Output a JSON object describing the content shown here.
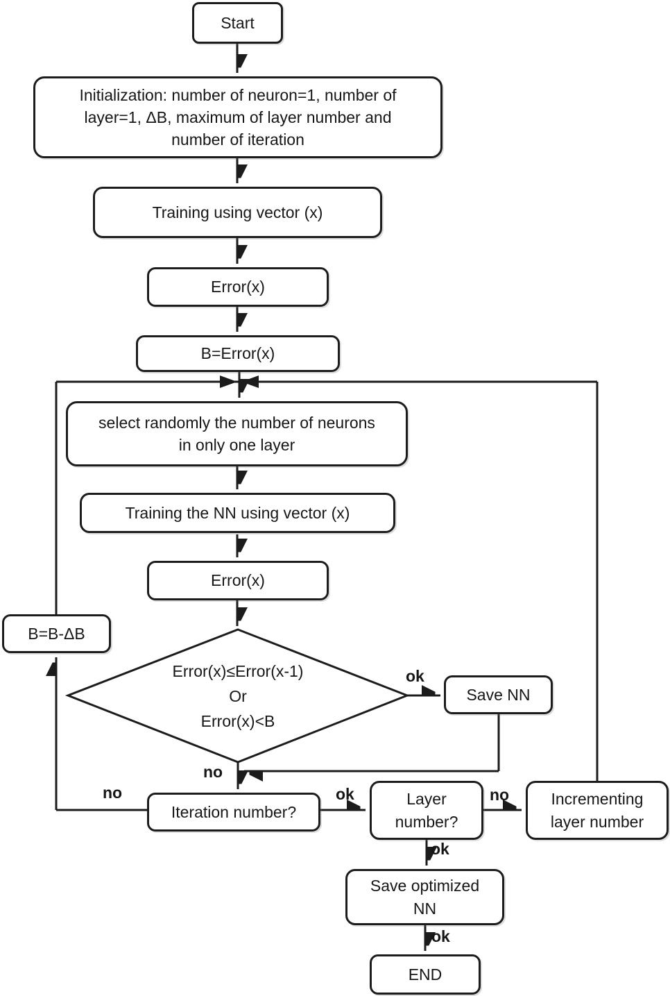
{
  "diagram": {
    "type": "flowchart",
    "colors": {
      "line": "#1c1c1c",
      "node_fill": "#ffffff",
      "text": "#161616"
    },
    "nodes": {
      "start": {
        "label": "Start"
      },
      "initialization": {
        "label": "Initialization: number of neuron=1, number of\nlayer=1, ΔB, maximum of layer number and\nnumber of iteration"
      },
      "training_vector": {
        "label": "Training using vector (x)"
      },
      "error_1": {
        "label": "Error(x)"
      },
      "b_equals_error": {
        "label": "B=Error(x)"
      },
      "select_random": {
        "label": "select randomly the number of neurons\nin only one layer"
      },
      "training_nn": {
        "label": "Training the NN using vector (x)"
      },
      "error_2": {
        "label": "Error(x)"
      },
      "b_update": {
        "label": "B=B-ΔB"
      },
      "decision_error": {
        "label": "Error(x)≤Error(x-1)\nOr\nError(x)<B"
      },
      "save_nn": {
        "label": "Save NN"
      },
      "iteration_number": {
        "label": "Iteration number?"
      },
      "layer_number": {
        "label": "Layer\nnumber?"
      },
      "incrementing_layer": {
        "label": "Incrementing\nlayer number"
      },
      "save_optimized": {
        "label": "Save optimized\nNN"
      },
      "end": {
        "label": "END"
      }
    },
    "edge_labels": {
      "ok_decision_save": "ok",
      "no_decision_down": "no",
      "no_iteration_left": "no",
      "ok_iteration_right": "ok",
      "no_layer_right": "no",
      "ok_layer_down": "ok",
      "ok_save_optimized_down": "ok"
    }
  }
}
